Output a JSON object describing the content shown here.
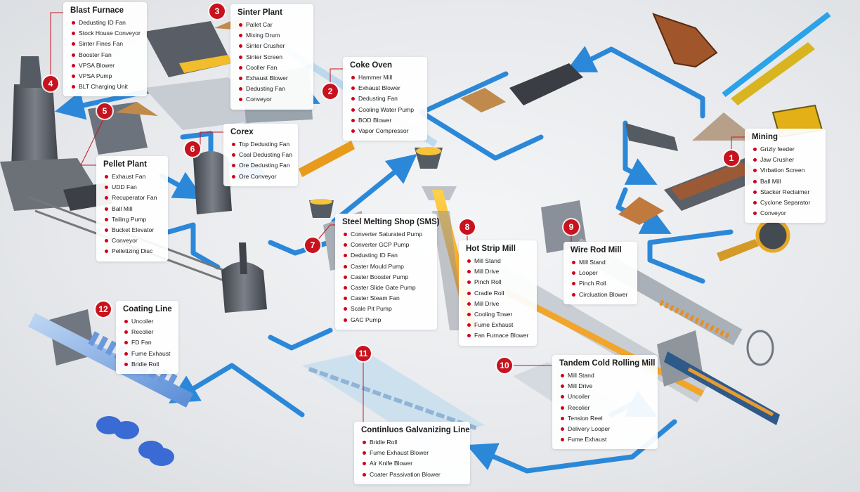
{
  "colors": {
    "flow_arrow": "#2b88d8",
    "badge": "#c8131e",
    "bullet": "#d0021b",
    "molten": "#f7a51c",
    "equipment": "#5b6068"
  },
  "stages": {
    "mining": {
      "number": "1",
      "title": "Mining",
      "items": [
        "Grizly feeder",
        "Jaw Crusher",
        "Virbation Screen",
        "Ball Mill",
        "Stacker Reclaimer",
        "Cyclone Separator",
        "Conveyor"
      ]
    },
    "coke_oven": {
      "number": "2",
      "title": "Coke Oven",
      "items": [
        "Hammer Mill",
        "Exhaust Blower",
        "Dedusting Fan",
        "Cooling Water Pump",
        "BOD Blower",
        "Vapor Compressor"
      ]
    },
    "sinter_plant": {
      "number": "3",
      "title": "Sinter Plant",
      "items": [
        "Pallet Car",
        "Mixing Drum",
        "Sinter Crusher",
        "Sinter Screen",
        "Cooller Fan",
        "Exhaust Blower",
        "Dedusting Fan",
        "Conveyor"
      ]
    },
    "blast_furnace": {
      "number": "4",
      "title": "Blast Furnace",
      "items": [
        "Dedusting ID Fan",
        "Stock House Conveyor",
        "Sinter Fines Fan",
        "Booster Fan",
        "VPSA Blower",
        "VPSA Pump",
        "BLT Charging Unit"
      ]
    },
    "pellet_plant": {
      "number": "5",
      "title": "Pellet Plant",
      "items": [
        "Exhaust Fan",
        "UDD Fan",
        "Recuperator Fan",
        "Ball Mill",
        "Tailing Pump",
        "Bucket Elevator",
        "Conveyor",
        "Pelletizing Disc"
      ]
    },
    "corex": {
      "number": "6",
      "title": "Corex",
      "items": [
        "Top Dedusting Fan",
        "Coal Dedusting Fan",
        "Ore Dedusting Fan",
        "Ore Conveyor"
      ]
    },
    "sms": {
      "number": "7",
      "title": "Steel Melting Shop (SMS)",
      "items": [
        "Converter Saturated Pump",
        "Converter GCP Pump",
        "Dedusting ID Fan",
        "Caster Mould Pump",
        "Caster Booster Pump",
        "Caster Slide Gate Pump",
        "Caster Steam Fan",
        "Scale Pit Pump",
        "GAC Pump"
      ]
    },
    "hot_strip_mill": {
      "number": "8",
      "title": "Hot Strip Mill",
      "items": [
        "Mill Stand",
        "Mill Drive",
        "Pinch Roll",
        "Cradle Roll",
        "Mill Drive",
        "Cooling Tower",
        "Fume Exhaust",
        "Fan Furnace Blower"
      ]
    },
    "wire_rod_mill": {
      "number": "9",
      "title": "Wire Rod Mill",
      "items": [
        "Mill Stand",
        "Looper",
        "Pinch Roll",
        "Circluation Blower"
      ]
    },
    "tandem_cold_rolling_mill": {
      "number": "10",
      "title": "Tandem Cold Rolling Mill",
      "items": [
        "Mill Stand",
        "Mill Drive",
        "Uncoiler",
        "Recolier",
        "Tension Reel",
        "Delivery Looper",
        "Fume Exhaust"
      ]
    },
    "galvanizing_line": {
      "number": "11",
      "title": "Continluos Galvanizing Line",
      "items": [
        "Bridle Roll",
        "Fume Exhaust Blower",
        "Air Knife Blower",
        "Coater Passivation Blower"
      ]
    },
    "coating_line": {
      "number": "12",
      "title": "Coating Line",
      "items": [
        "Uncoiler",
        "Recolier",
        "FD Fan",
        "Fume Exhaust",
        "Bridle Roll"
      ]
    }
  }
}
